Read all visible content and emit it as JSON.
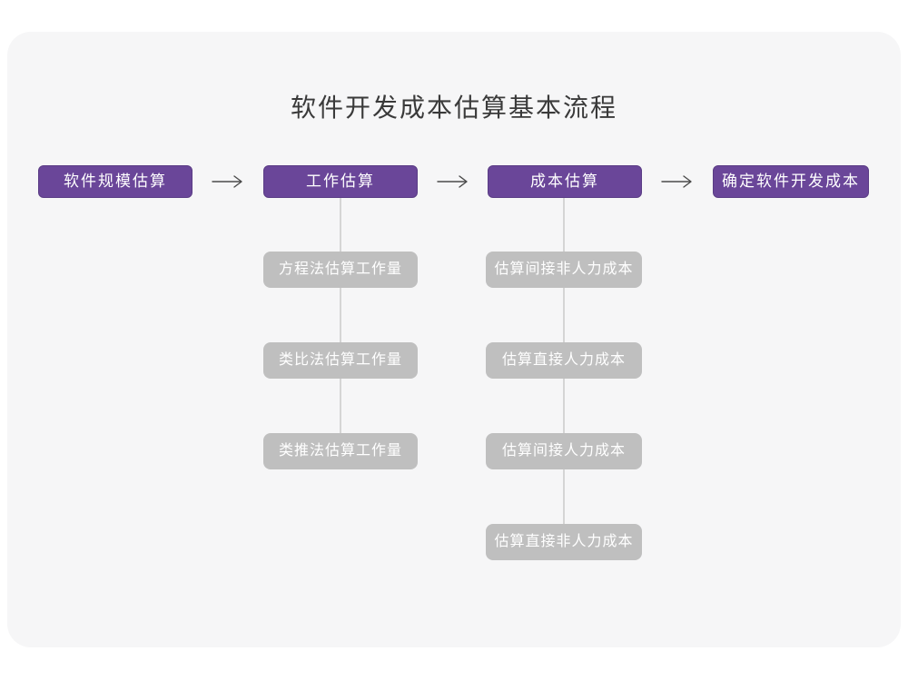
{
  "page": {
    "title": "软件开发成本估算基本流程"
  },
  "flow": {
    "main_steps": [
      {
        "label": "软件规模估算"
      },
      {
        "label": "工作估算"
      },
      {
        "label": "成本估算"
      },
      {
        "label": "确定软件开发成本"
      }
    ],
    "work_methods": [
      "方程法估算工作量",
      "类比法估算工作量",
      "类推法估算工作量"
    ],
    "cost_items": [
      "估算间接非人力成本",
      "估算直接人力成本",
      "估算间接人力成本",
      "估算直接非人力成本"
    ]
  },
  "icons": {
    "arrow_right": "→"
  },
  "colors": {
    "step_fill": "#6A4699",
    "step_border": "#5A3C85",
    "sub_node_fill": "#BFBFBF",
    "node_text": "#FFFFFF",
    "connector": "#D5D5D5",
    "arrow_stroke": "#4A4A4A",
    "card_background": "#F6F6F7",
    "page_background": "#FFFFFF",
    "title_text": "#3A3A3A"
  }
}
